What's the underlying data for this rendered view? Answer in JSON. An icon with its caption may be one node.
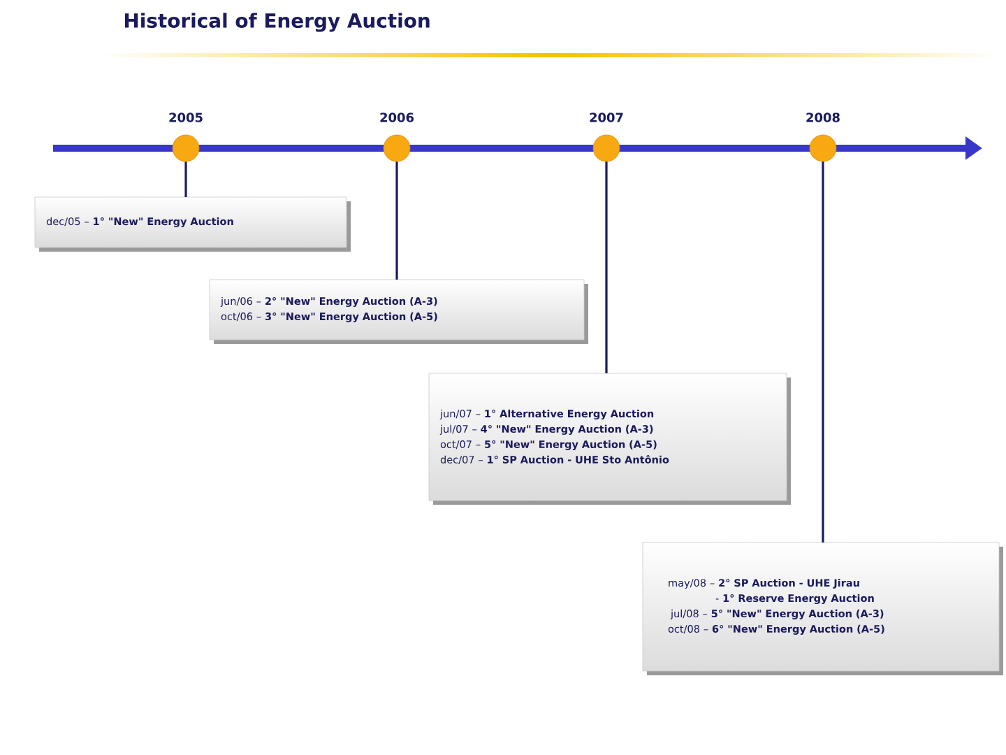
{
  "diagram": {
    "title": "Historical of Energy Auction",
    "nodes": [
      {
        "text": [],
        "shape": "circle",
        "beside": [
          "2005"
        ]
      },
      {
        "text": [],
        "shape": "circle",
        "beside": [
          "2006"
        ]
      },
      {
        "text": [],
        "shape": "circle",
        "beside": [
          "2007"
        ]
      },
      {
        "text": [],
        "shape": "circle",
        "beside": [
          "2008"
        ]
      },
      {
        "text": [
          "dec/05 – **1° \"New\" Energy Auction**"
        ]
      },
      {
        "text": [
          "jun/06 – **2° \"New\" Energy Auction (A-3)**",
          "oct/06 – **3° \"New\" Energy Auction (A-5)**"
        ]
      },
      {
        "text": [
          "jun/07 – **1° Alternative Energy Auction**",
          "jul/07 – **4° \"New\" Energy Auction (A-3)**",
          "oct/07 – **5° \"New\" Energy Auction (A-5)**",
          "dec/07 – **1° SP Auction - UHE Sto Antônio**"
        ]
      },
      {
        "text": [
          "may/08 – **2° SP Auction - UHE Jirau**",
          "- **1° Reserve Energy Auction**",
          "jul/08 – **5° \"New\" Energy Auction (A-3)**",
          "oct/08 – **6° \"New\" Energy Auction (A-5)**"
        ]
      }
    ],
    "edges": [
      {
        "from": 0,
        "to": 4,
        "arrow": "none"
      },
      {
        "from": 1,
        "to": 5,
        "arrow": "none"
      },
      {
        "from": 2,
        "to": 6,
        "arrow": "none"
      },
      {
        "from": 3,
        "to": 7,
        "arrow": "none"
      }
    ]
  }
}
